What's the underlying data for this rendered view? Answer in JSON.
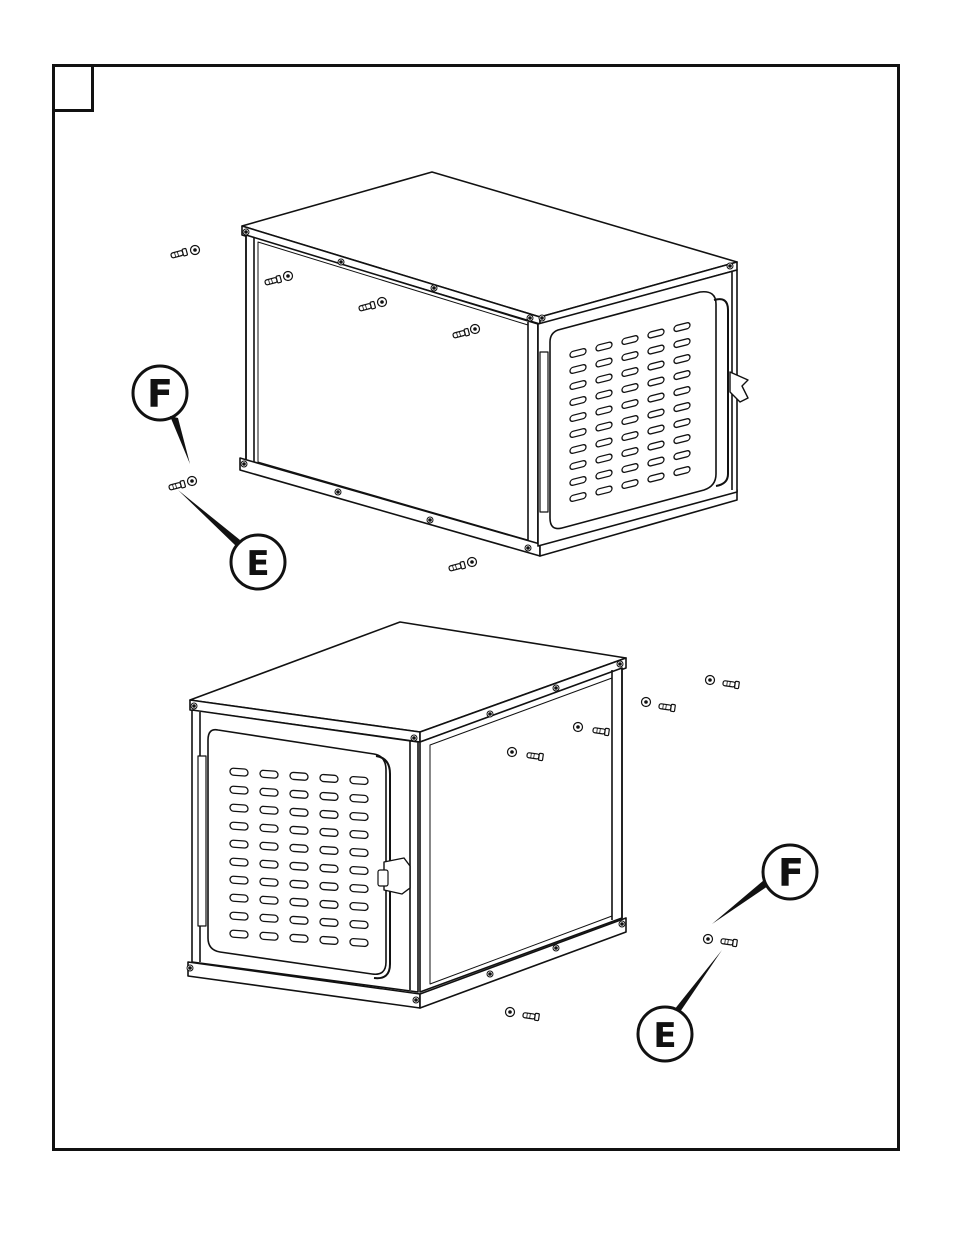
{
  "step": {
    "number": ""
  },
  "callouts": {
    "top_f": "F",
    "top_e": "E",
    "bottom_f": "F",
    "bottom_e": "E"
  },
  "colors": {
    "stroke": "#111111",
    "background": "#ffffff"
  }
}
